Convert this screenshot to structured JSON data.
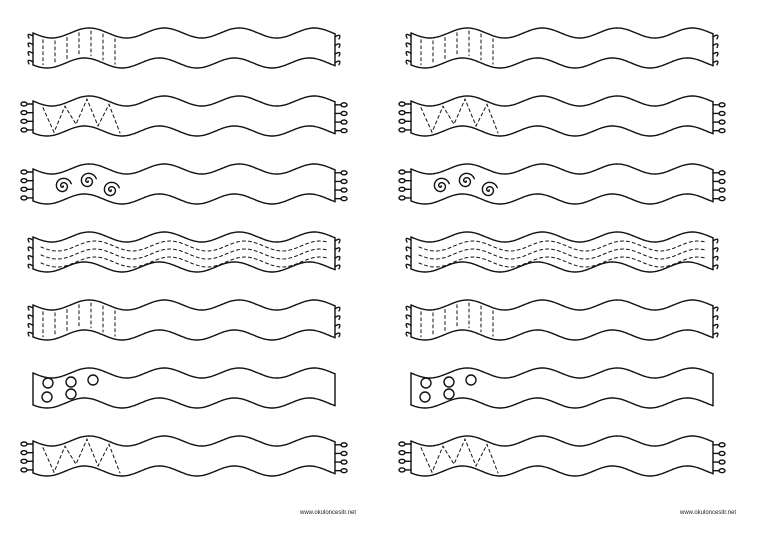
{
  "worksheet": {
    "left_footer": "www.okuloncesitr.net",
    "right_footer": "www.okuloncesitr.net",
    "scarves": [
      {
        "pattern": "vertical-dashes",
        "fringe": "loops"
      },
      {
        "pattern": "zigzag-dashes",
        "fringe": "tassels"
      },
      {
        "pattern": "spirals",
        "fringe": "tassels"
      },
      {
        "pattern": "horizontal-dashes",
        "fringe": "loops"
      },
      {
        "pattern": "vertical-dashes",
        "fringe": "loops"
      },
      {
        "pattern": "circles",
        "fringe": "none"
      },
      {
        "pattern": "zigzag-dashes",
        "fringe": "tassels"
      }
    ],
    "ink_color": "#111111",
    "paper_color": "#ffffff"
  }
}
